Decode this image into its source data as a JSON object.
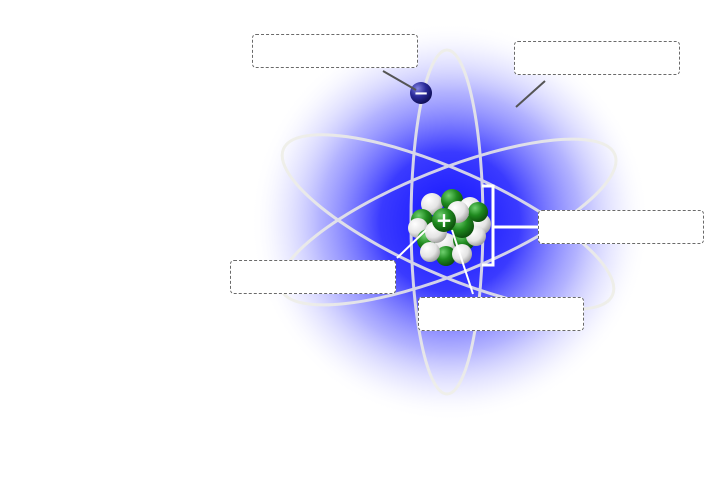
{
  "diagram": {
    "labels": [
      {
        "id": "electron",
        "text": ""
      },
      {
        "id": "orbit",
        "text": ""
      },
      {
        "id": "nucleus",
        "text": ""
      },
      {
        "id": "neutron",
        "text": ""
      },
      {
        "id": "proton",
        "text": ""
      }
    ],
    "symbols": {
      "electron": "−",
      "proton": "+"
    },
    "colors": {
      "cloud": "#2a2aff",
      "orbit": "#f0f0e8",
      "electron": "#22228a",
      "proton": "#1f7a1f",
      "neutron": "#e6e6e6",
      "leader": "#555555",
      "bracket": "#ffffff"
    }
  }
}
